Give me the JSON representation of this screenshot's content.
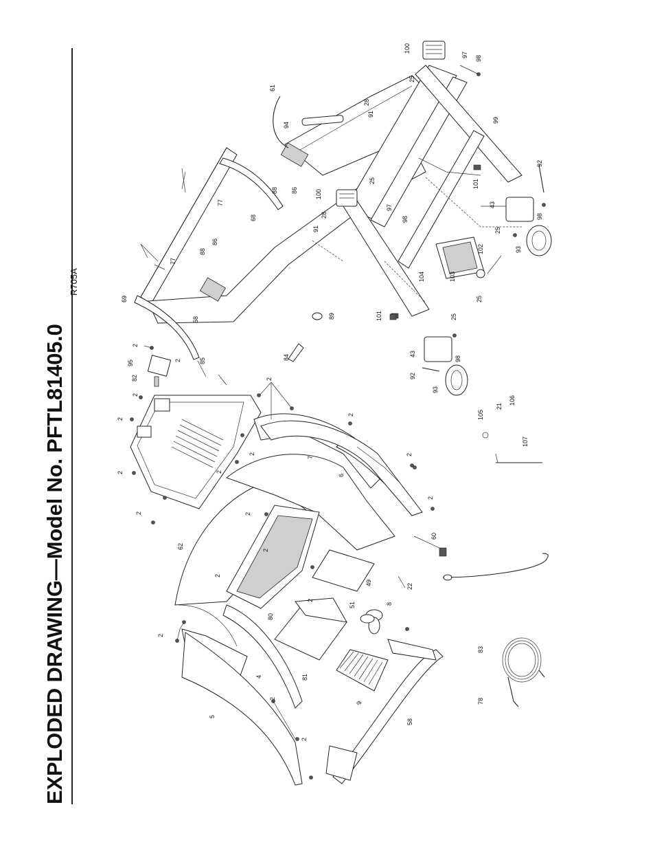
{
  "title": "EXPLODED DRAWING—Model No. PFTL81405.0",
  "drawing_code": "R705A",
  "labels": {
    "l2a": "2",
    "l2b": "2",
    "l2c": "2",
    "l2d": "2",
    "l2e": "2",
    "l2f": "2",
    "l2g": "2",
    "l2h": "2",
    "l2i": "2",
    "l2j": "2",
    "l2k": "2",
    "l2l": "2",
    "l2m": "2",
    "l2n": "2",
    "l2o": "2",
    "l2p": "2",
    "l2q": "2",
    "l2r": "2",
    "l2s": "2",
    "l4": "4",
    "l5": "5",
    "l6": "6",
    "l7": "7",
    "l8": "8",
    "l9": "9",
    "l21": "21",
    "l22": "22",
    "l25a": "25",
    "l25b": "25",
    "l25c": "25",
    "l25d": "25",
    "l25e": "25",
    "l28a": "28",
    "l28b": "28",
    "l43a": "43",
    "l43b": "43",
    "l49": "49",
    "l51": "51",
    "l58": "58",
    "l60": "60",
    "l61": "61",
    "l62": "62",
    "l68a": "68",
    "l68b": "68",
    "l69": "69",
    "l77a": "77",
    "l77b": "77",
    "l78": "78",
    "l80": "80",
    "l81": "81",
    "l82": "82",
    "l83": "83",
    "l84": "84",
    "l85": "85",
    "l86a": "86",
    "l86b": "86",
    "l88a": "88",
    "l88b": "88",
    "l89": "89",
    "l91a": "91",
    "l91b": "91",
    "l92a": "92",
    "l92b": "92",
    "l93a": "93",
    "l93b": "93",
    "l94": "94",
    "l95": "95",
    "l97a": "97",
    "l97b": "97",
    "l98a": "98",
    "l98b": "98",
    "l98c": "98",
    "l98d": "98",
    "l99": "99",
    "l100a": "100",
    "l100b": "100",
    "l101a": "101",
    "l101b": "101",
    "l102": "102",
    "l103": "103",
    "l104": "104",
    "l105": "105",
    "l106": "106",
    "l107": "107"
  }
}
